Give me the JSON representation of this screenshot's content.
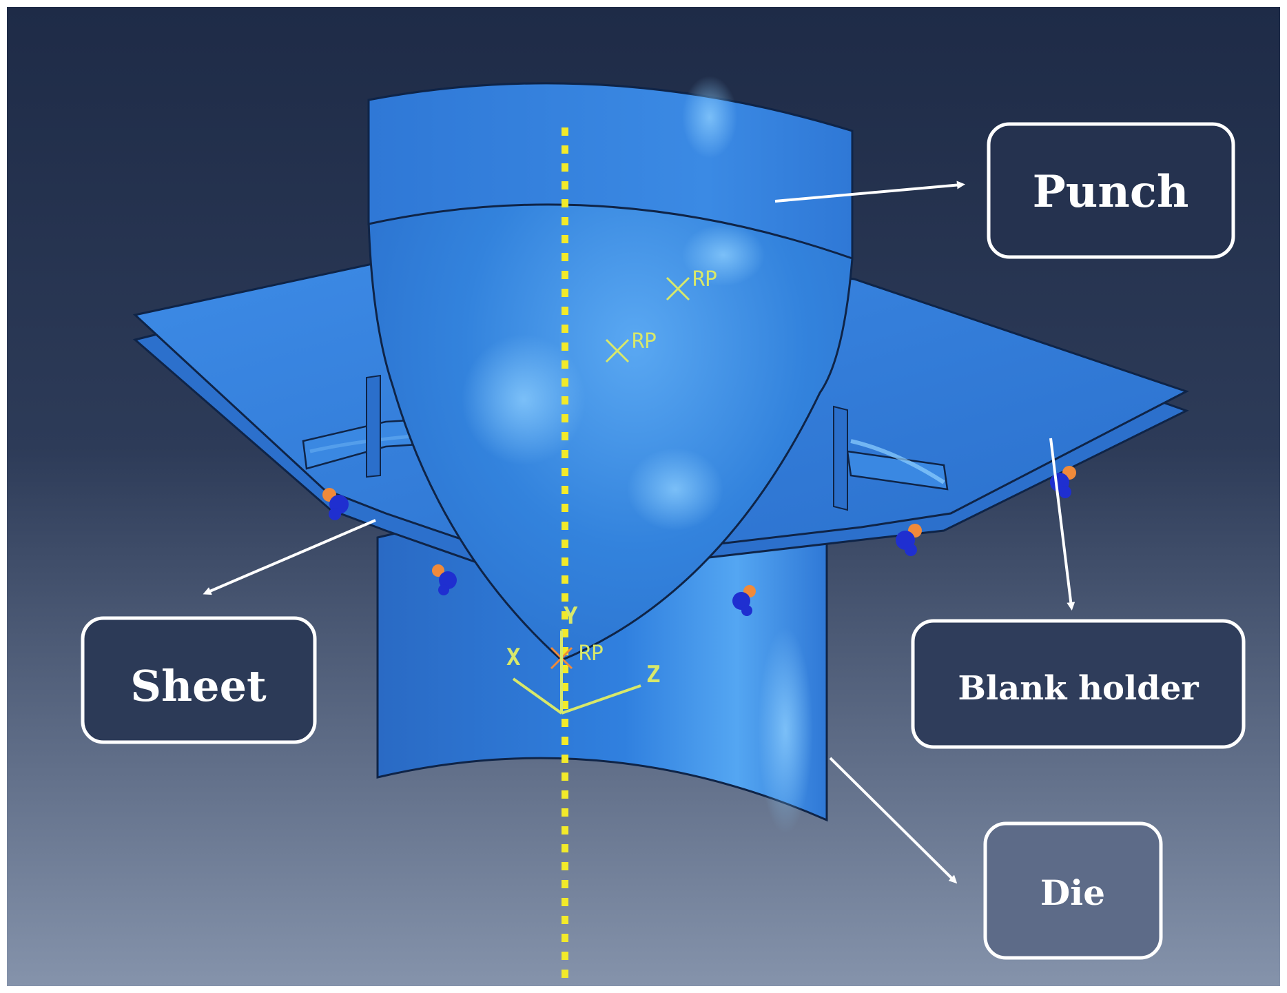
{
  "labels": {
    "punch": "Punch",
    "sheet": "Sheet",
    "blank_holder": "Blank holder",
    "die": "Die"
  },
  "reference_points": {
    "rp1": "RP",
    "rp2": "RP",
    "rp3": "RP"
  },
  "axes": {
    "x": "X",
    "y": "Y",
    "z": "Z"
  },
  "colors": {
    "background_top": "#1f2d48",
    "background_bottom": "#8a97ad",
    "part_blue": "#2e78d6",
    "part_edge": "#0f2447",
    "axis_line": "#f2ea2a",
    "callout_box": "#25324f",
    "callout_border": "#ffffff",
    "triad": "#d8e86a"
  }
}
